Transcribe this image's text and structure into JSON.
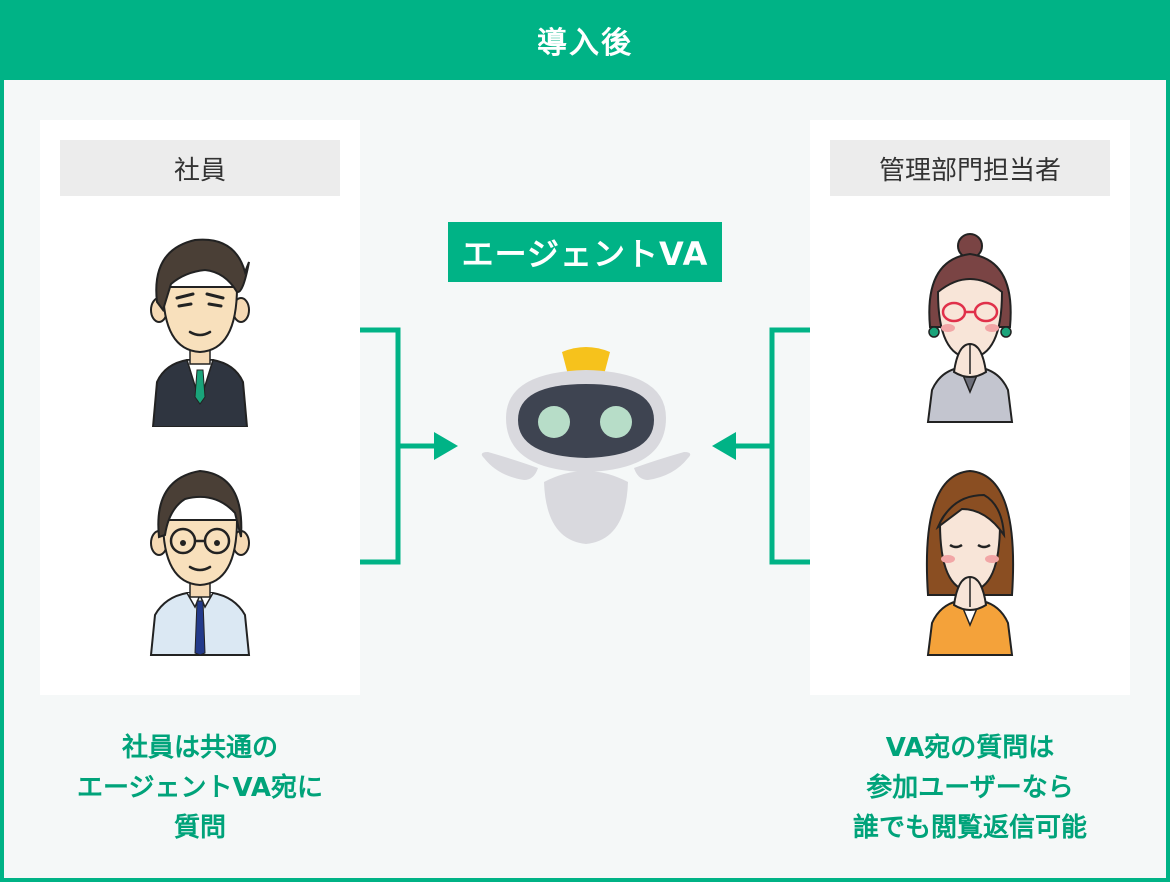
{
  "header": {
    "title": "導入後"
  },
  "left_panel": {
    "label": "社員"
  },
  "right_panel": {
    "label": "管理部門担当者"
  },
  "center": {
    "label": "エージェントVA"
  },
  "captions": {
    "left": [
      "社員は共通の",
      "エージェントVA宛に",
      "質問"
    ],
    "right": [
      "VA宛の質問は",
      "参加ユーザーなら",
      "誰でも閲覧返信可能"
    ]
  },
  "colors": {
    "accent": "#00b386",
    "caption_text": "#00a37a",
    "panel_bg": "#ffffff",
    "frame_bg": "#f5f8f8"
  },
  "icons": [
    "male-employee-suit-icon",
    "male-employee-glasses-icon",
    "robot-va-icon",
    "female-admin-glasses-icon",
    "female-admin-orange-icon"
  ]
}
